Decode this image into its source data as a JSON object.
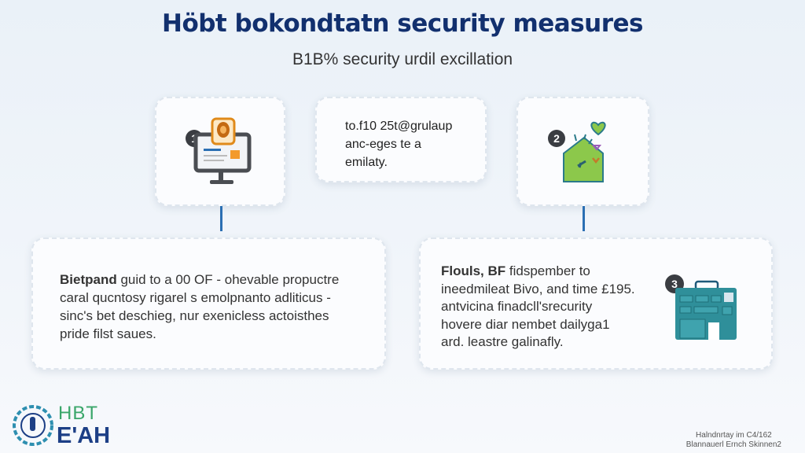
{
  "header": {
    "title": "Höbt bokondtatn security measures",
    "subtitle": "B1B% security urdil excillation"
  },
  "steps": [
    {
      "number": "1",
      "icon": "monitor-shield-icon"
    },
    {
      "text_lines": [
        "to.f10 25t@grulaup",
        "anc-eges te a",
        "emilaty."
      ]
    },
    {
      "number": "2",
      "icon": "green-house-icon"
    }
  ],
  "details": [
    {
      "lead": "Bietpand",
      "lines": [
        " guid to a 00 OF - ohevable propuctre",
        "caral qucntosy rigarel s emolpnanto adliticus -",
        "sinc's bet deschieg, nur exenicless actoisthes",
        "pride filst saues."
      ]
    },
    {
      "lead": "Flouls, BF",
      "number": "3",
      "icon": "building-icon",
      "lines": [
        " fidspember to",
        "ineedmileat Bivo, and time £195.",
        "antvicina finadcll'srecurity",
        "hovere diar nembet dailyga1",
        "ard. leastre galinafly."
      ]
    }
  ],
  "logo": {
    "top": "HBT",
    "bottom": "E'AH"
  },
  "footer": {
    "line1": "Halndnrtay im C4/162",
    "line2": "Blannauerl Ernch Skinnen2"
  },
  "colors": {
    "title": "#12306e",
    "connector": "#2b6fb3",
    "teal": "#2f8f9a",
    "green": "#8cc84b"
  }
}
